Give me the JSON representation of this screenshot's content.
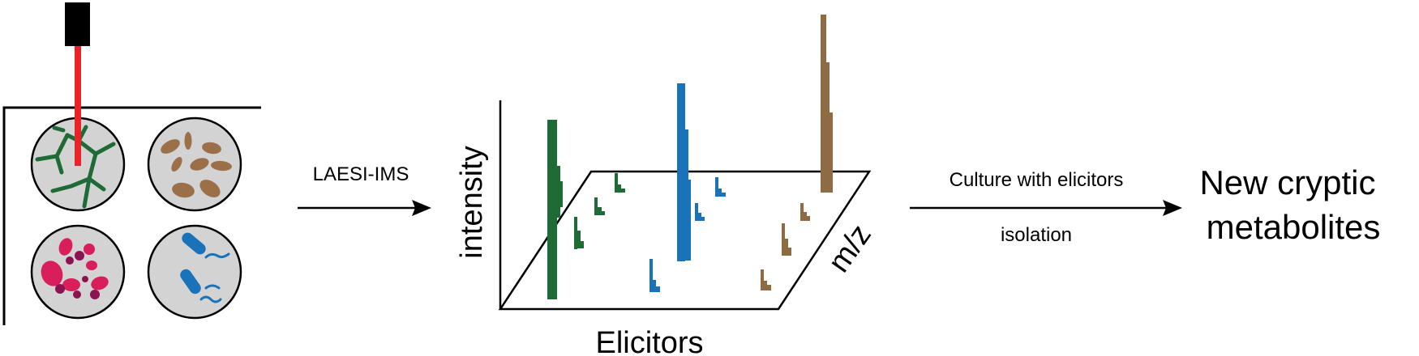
{
  "labels": {
    "step1_arrow": "LAESI-IMS",
    "axis_vertical": "intensity",
    "axis_horizontal": "Elicitors",
    "axis_depth": "m/z",
    "step2_arrow_top": "Culture with elicitors",
    "step2_arrow_bottom": "isolation",
    "result_line1": "New cryptic",
    "result_line2": "metabolites"
  },
  "colors": {
    "laser_beam": "#e8242a",
    "laser_head": "#000000",
    "dish_fill": "#d3d3d3",
    "fungus_green": "#1f6b35",
    "fungus_brown": "#9b7048",
    "bacteria_pink": "#d81e5b",
    "bacteria_purple": "#8b1350",
    "bacteria_blue": "#1a73b8",
    "spectrum_green": "#1f6b35",
    "spectrum_blue": "#1a73b8",
    "spectrum_brown": "#8f6b43"
  },
  "icons": [
    "laser-source-icon",
    "petri-dish-icon",
    "arrow-right-icon"
  ]
}
